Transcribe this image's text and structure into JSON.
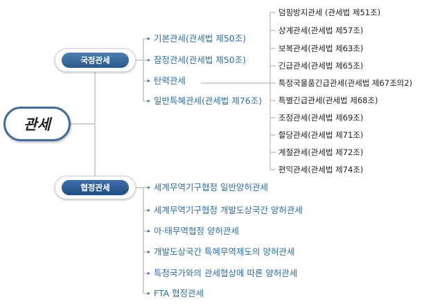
{
  "root": {
    "label": "관세"
  },
  "categories": [
    {
      "label": "국정관세",
      "items": [
        "기본관세(관세법 제50조)",
        "잠정관세(관세법 제50조)",
        "탄력관세",
        "일반특혜관세(관세법 제76조)"
      ]
    },
    {
      "label": "협정관세",
      "items": [
        "세계무역기구협정 일반양허관세",
        "세계무역기구협정 개발도상국간 양허관세",
        "아·태무역협정 양허관세",
        "개발도상국간 특혜무역제도의 양허관세",
        "특정국가와의 관세협상에 따른 양허관세",
        "FTA 협정관세"
      ]
    }
  ],
  "flexible_tariffs": [
    "덤핑방지관세 (관세법 제51조)",
    "상계관세(관세법 제57조)",
    "보복관세(관세법 제63조)",
    "긴급관세(관세법 제65조)",
    "특정국물품긴급관세(관세법 제67조의2)",
    "특별긴급관세(관세법 제68조)",
    "조정관세(관세법 제69조)",
    "할당관세(관세법 제71조)",
    "계절관세(관세법 제72조)",
    "편익관세(관세법 제74조)"
  ],
  "colors": {
    "accent": "#2a6ea8",
    "line": "#b5b5b5",
    "border": "#3d6d9a"
  }
}
